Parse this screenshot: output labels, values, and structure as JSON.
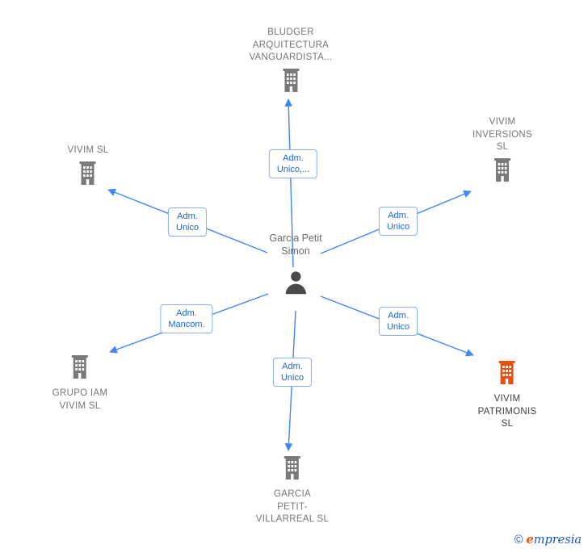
{
  "center": {
    "name": [
      "Garcia Petit",
      "Simon"
    ]
  },
  "nodes": {
    "bludger": {
      "lines": [
        "BLUDGER",
        "ARQUITECTURA",
        "VANGUARDISTA..."
      ]
    },
    "vivim_sl": {
      "lines": [
        "VIVIM SL"
      ]
    },
    "vivim_inversions": {
      "lines": [
        "VIVIM",
        "INVERSIONS",
        "SL"
      ]
    },
    "grupo_iam": {
      "lines": [
        "GRUPO IAM",
        "VIVIM SL"
      ]
    },
    "vivim_patrimonis": {
      "lines": [
        "VIVIM",
        "PATRIMONIS",
        "SL"
      ]
    },
    "garcia_petit_villarreal": {
      "lines": [
        "GARCIA",
        "PETIT-",
        "VILLARREAL SL"
      ]
    }
  },
  "edges": {
    "to_bludger": {
      "lines": [
        "Adm.",
        "Unico,..."
      ]
    },
    "to_vivim_sl": {
      "lines": [
        "Adm.",
        "Unico"
      ]
    },
    "to_vivim_inversions": {
      "lines": [
        "Adm.",
        "Unico"
      ]
    },
    "to_grupo_iam": {
      "lines": [
        "Adm.",
        "Mancom."
      ]
    },
    "to_vivim_patrimonis": {
      "lines": [
        "Adm.",
        "Unico"
      ]
    },
    "to_garcia_petit_villarreal": {
      "lines": [
        "Adm.",
        "Unico"
      ]
    }
  },
  "footer": {
    "copyright": "©",
    "brand_initial": "e",
    "brand_rest": "mpresia"
  },
  "colors": {
    "arrow_blue": "#4285f4",
    "edge_label_text": "#1a66d6",
    "edge_label_border": "#85aef2",
    "node_icon_gray": "#7a7a7a",
    "node_icon_highlight_orange": "#e8500f",
    "node_label_gray": "#757575",
    "node_label_dark": "#3c4043",
    "person_icon_gray": "#4a4a4a",
    "brand_blue": "#1a56c4",
    "brand_orange": "#e8500f"
  }
}
